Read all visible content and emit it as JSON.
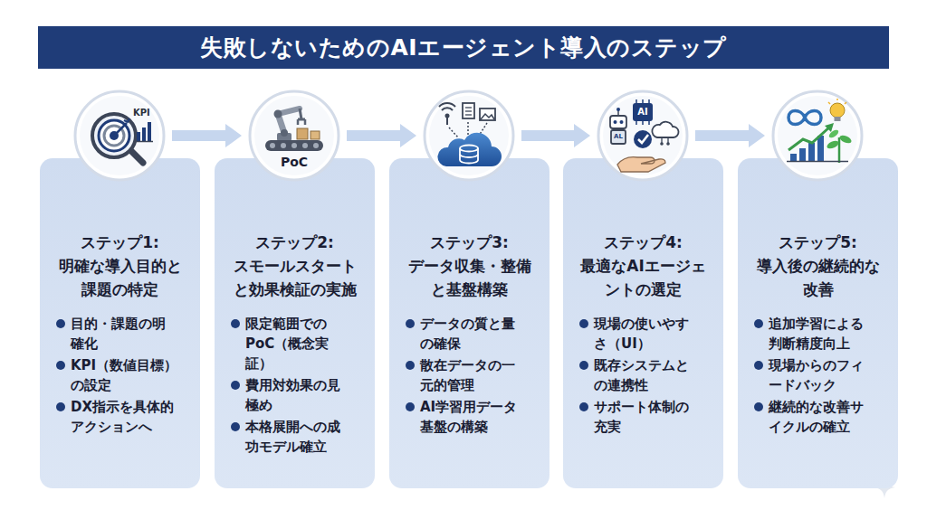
{
  "diagram": {
    "title": "失敗しないためのAIエージェント導入のステップ",
    "nodes": [
      {
        "text": [
          "ステップ1:",
          "明確な導入目的と課題の特定",
          "目的・課題の明確化",
          "KPI（数値目標）の設定",
          "DX指示を具体的アクションへ"
        ]
      },
      {
        "text": [
          "ステップ2:",
          "スモールスタートと効果検証の実施",
          "限定範囲でのPoC（概念実証）",
          "費用対効果の見極め",
          "本格展開への成功モデル確立"
        ]
      },
      {
        "text": [
          "ステップ3:",
          "データ収集・整備と基盤構築",
          "データの質と量の確保",
          "散在データの一元的管理",
          "AI学習用データ基盤の構築"
        ]
      },
      {
        "text": [
          "ステップ4:",
          "最適なAIエージェントの選定",
          "現場の使いやすさ（UI）",
          "既存システムとの連携性",
          "サポート体制の充実"
        ]
      },
      {
        "text": [
          "ステップ5:",
          "導入後の継続的な改善",
          "追加学習による判断精度向上",
          "現場からのフィードバック",
          "継続的な改善サイクルの確立"
        ]
      }
    ],
    "edges": [
      {
        "from": 0,
        "to": 1,
        "arrow": "to"
      },
      {
        "from": 1,
        "to": 2,
        "arrow": "to"
      },
      {
        "from": 2,
        "to": 3,
        "arrow": "to"
      },
      {
        "from": 3,
        "to": 4,
        "arrow": "to"
      }
    ],
    "labels": [
      "KPI",
      "PoC",
      "AI",
      "AL"
    ]
  }
}
